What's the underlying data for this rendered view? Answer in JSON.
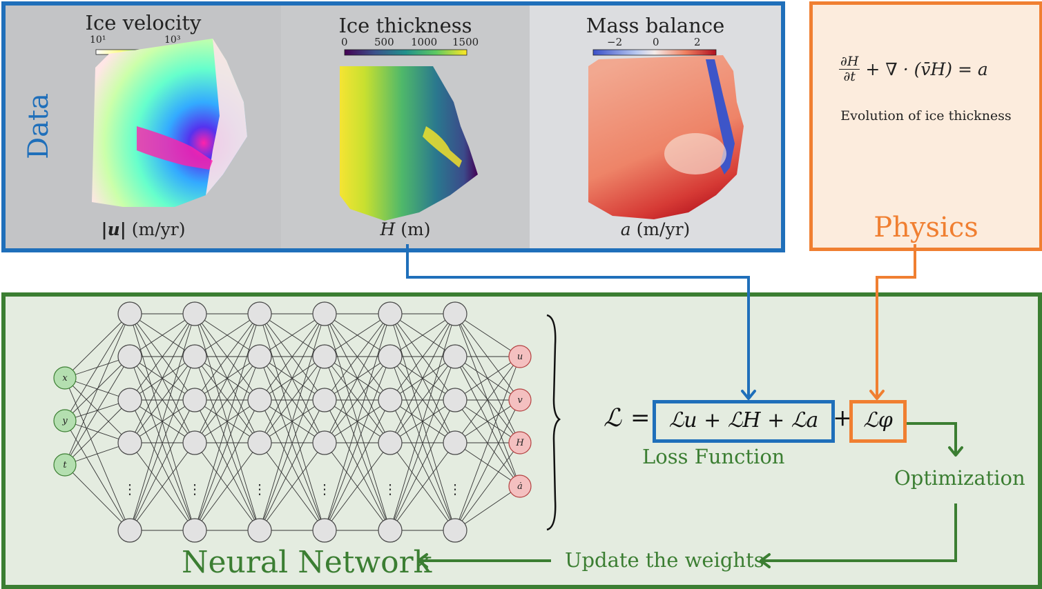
{
  "data_box": {
    "side_label": "Data",
    "panels": [
      {
        "title": "Ice velocity",
        "ticks": [
          "10¹",
          "10³"
        ],
        "var": "|u|",
        "unit": "(m/yr)"
      },
      {
        "title": "Ice thickness",
        "ticks": [
          "0",
          "500",
          "1000",
          "1500"
        ],
        "var": "H",
        "unit": "(m)"
      },
      {
        "title": "Mass balance",
        "ticks": [
          "−2",
          "0",
          "2"
        ],
        "var": "a",
        "unit": "(m/yr)"
      }
    ]
  },
  "physics": {
    "eq_frac_num": "∂H",
    "eq_frac_den": "∂t",
    "eq_rest": "+ ∇ · (v̄H) = a",
    "caption": "Evolution of ice thickness",
    "label": "Physics"
  },
  "nn": {
    "inputs": [
      "x",
      "y",
      "t"
    ],
    "outputs": [
      "u",
      "v",
      "H",
      "ȧ"
    ],
    "dots": "⋮",
    "label": "Neural Network"
  },
  "loss": {
    "L": "ℒ",
    "eq": "=",
    "data_terms": "ℒu + ℒH + ℒa",
    "plus": "+",
    "phys_term": "ℒφ",
    "label": "Loss Function"
  },
  "optimization": "Optimization",
  "update": "Update the weights",
  "colors": {
    "blue": "#1f6fba",
    "orange": "#f07f31",
    "green": "#3b7e32"
  }
}
